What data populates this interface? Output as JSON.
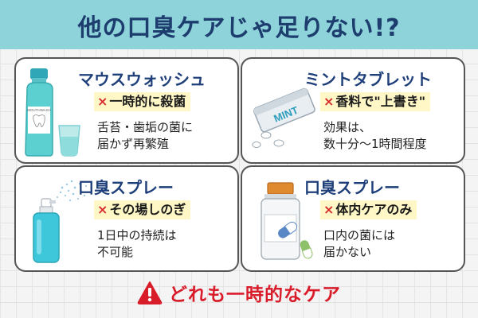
{
  "title": "他の口臭ケアじゃ足りない!?",
  "cards": [
    {
      "title": "マウスウォッシュ",
      "note": "一時的に殺菌",
      "desc": [
        "舌苔・歯垢の菌に",
        "届かず再繁殖"
      ],
      "illus_label": "MOUTHWASH",
      "icon": "mouthwash-icon"
    },
    {
      "title": "ミントタブレット",
      "note": "香料で\"上書き\"",
      "desc": [
        "効果は、",
        "数十分〜1時間程度"
      ],
      "illus_label": "MINT",
      "icon": "mint-tablet-icon"
    },
    {
      "title": "口臭スプレー",
      "note": "その場しのぎ",
      "desc": [
        "1日中の持続は",
        "不可能"
      ],
      "icon": "breath-spray-icon"
    },
    {
      "title": "口臭スプレー",
      "note": "体内ケアのみ",
      "desc": [
        "口内の菌には",
        "届かない"
      ],
      "icon": "supplement-bottle-icon"
    }
  ],
  "mark": "×",
  "footer": {
    "text": "どれも一時的なケア",
    "icon": "warning-icon"
  },
  "colors": {
    "banner": "#8ed3da",
    "title": "#1d3d6e",
    "card_title": "#1e3f7a",
    "highlight": "#fff7c6",
    "cross": "#d92b2b",
    "footer": "#d91c2a"
  }
}
